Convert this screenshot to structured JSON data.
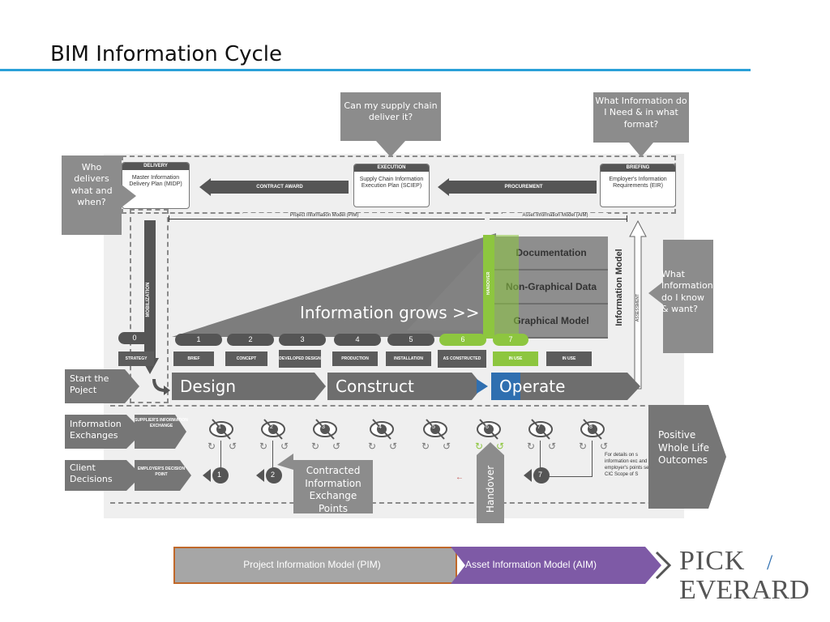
{
  "title": "BIM Information Cycle",
  "callouts": {
    "supply": "Can my supply chain deliver it?",
    "what_info": "What Information do I Need & in what format?",
    "who": "Who delivers what and when?",
    "know_want": "What Information do I know & want?",
    "positive": "Positive Whole Life Outcomes",
    "contracted": "Contracted Information Exchange Points"
  },
  "boxes": {
    "delivery": {
      "head": "DELIVERY",
      "body": "Master Information Delivery Plan (MIDP)"
    },
    "execution": {
      "head": "EXECUTION",
      "body": "Supply Chain Information Execution Plan (SCIEP)"
    },
    "briefing": {
      "head": "BRIEFING",
      "body": "Employer's Information Requirements (EIR)"
    }
  },
  "arrows": {
    "contract_award": "CONTRACT AWARD",
    "procurement": "PROCUREMENT"
  },
  "models": {
    "pim": "Project Information Model (PIM)",
    "aim": "Asset Information Model (AIM)"
  },
  "vertical": {
    "mobilization": "MOBILIZATION",
    "handover_small": "HANDOVER",
    "information_model": "Information Model",
    "assessment": "ASSESSMENT",
    "handover": "Handover"
  },
  "layers": [
    "Documentation",
    "Non-Graphical Data",
    "Graphical Model"
  ],
  "grows": "Information grows >>",
  "stage_numbers": [
    "0",
    "1",
    "2",
    "3",
    "4",
    "5",
    "6",
    "7"
  ],
  "stages": [
    "STRATEGY",
    "BRIEF",
    "CONCEPT",
    "DEVELOPED DESIGN",
    "PRODUCTION",
    "INSTALLATION",
    "AS CONSTRUCTED",
    "IN USE",
    "IN USE"
  ],
  "phases": {
    "design": "Design",
    "construct": "Construct",
    "operate": "Operate"
  },
  "row_labels": {
    "start": "Start the Poject",
    "exchanges": "Information Exchanges",
    "decisions": "Client Decisions"
  },
  "supplier_exchange": "SUPPLIER'S INFORMATION EXCHANGE",
  "employer_decision": "EMPLOYER'S DECISION POINT",
  "eye_numbers": [
    "1",
    "2",
    "3",
    "4",
    "5",
    "6",
    "7",
    "8"
  ],
  "decision_numbers": [
    "1",
    "2",
    "7"
  ],
  "details_note": "For details on s information exc and employer's points se CIC Scope of S",
  "legend": {
    "pim": "Project Information Model (PIM)",
    "aim": "Asset Information Model (AIM)"
  },
  "logo": {
    "line1": "PICK",
    "slash": "/",
    "line2": "EVERARD"
  },
  "colors": {
    "accent_rule": "#2aa0d8",
    "pim_box": "#a6a6a6",
    "pim_border": "#c0682a",
    "aim_box": "#7e5aa6",
    "green": "#8dc63f",
    "blue": "#2f6fb0"
  }
}
